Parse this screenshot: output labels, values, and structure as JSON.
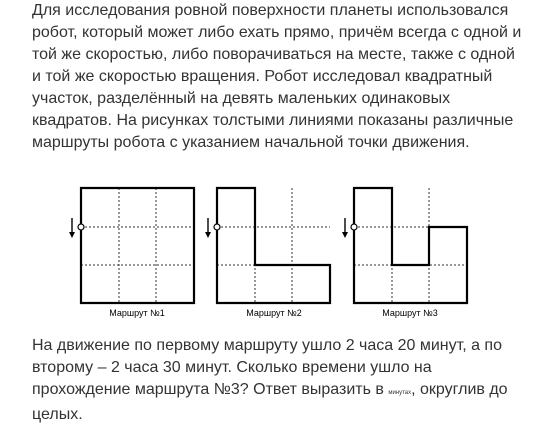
{
  "problem": {
    "intro_text": "Для исследования ровной поверхности планеты использовался робот, который может либо ехать прямо, причём всегда с одной и той же скоростью, либо поворачиваться на месте, также с одной и той же скоростью вращения. Робот исследовал квадратный участок, разделённый на девять маленьких одинаковых квадратов. На рисунках толстыми линиями показаны различные маршруты робота с указанием начальной точки движения.",
    "question_text_before_unit": "На движение по первому маршруту ушло 2 часа 20 минут, а по второму – 2 часа 30 минут. Сколько времени ушло на прохождение маршрута №3? Ответ выразить в ",
    "unit": "минутах",
    "question_text_after_unit": ", округлив до целых."
  },
  "figures": [
    {
      "caption": "Маршрут №1"
    },
    {
      "caption": "Маршрут №2"
    },
    {
      "caption": "Маршрут №3"
    }
  ],
  "colors": {
    "text": "#333333",
    "line": "#000000",
    "grid": "#333333"
  }
}
